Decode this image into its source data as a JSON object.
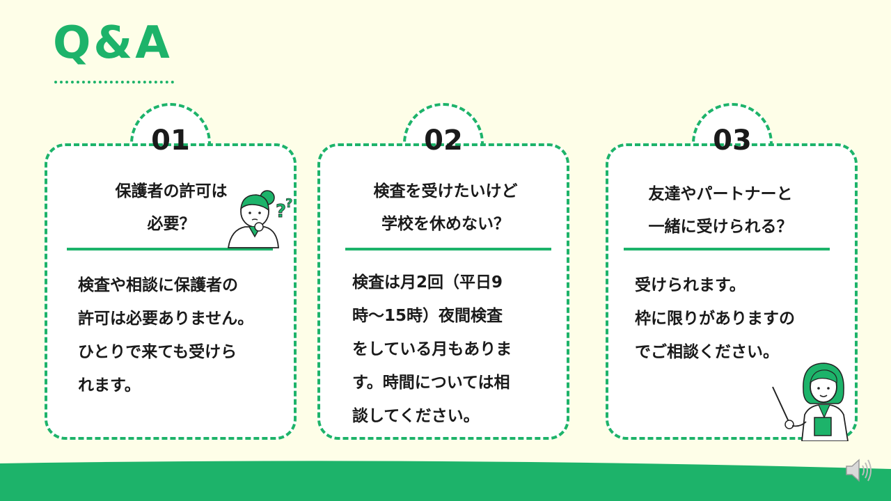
{
  "page": {
    "title": "Q&A"
  },
  "cards": [
    {
      "number": "01",
      "question_line1": "保護者の許可は",
      "question_line2": "必要？",
      "answer": "検査や相談に保護者の\n許可は必要ありません。\nひとりで来ても受けら\nれます。"
    },
    {
      "number": "02",
      "question_line1": "検査を受けたいけど",
      "question_line2": "学校を休めない？",
      "answer": "検査は月2回（平日9\n時～15時）夜間検査\nをしている月もありま\nす。時間については相\n談してください。"
    },
    {
      "number": "03",
      "question_line1": "友達やパートナーと",
      "question_line2": "一緒に受けられる？",
      "answer": "受けられます。\n枠に限りがありますの\nでご相談ください。"
    }
  ],
  "colors": {
    "accent": "#1db36a",
    "background": "#fefee8"
  },
  "icons": {
    "thinking_person": "thinking-person-icon",
    "teacher_with_pointer": "teacher-with-pointer-icon",
    "speaker": "speaker-icon"
  }
}
